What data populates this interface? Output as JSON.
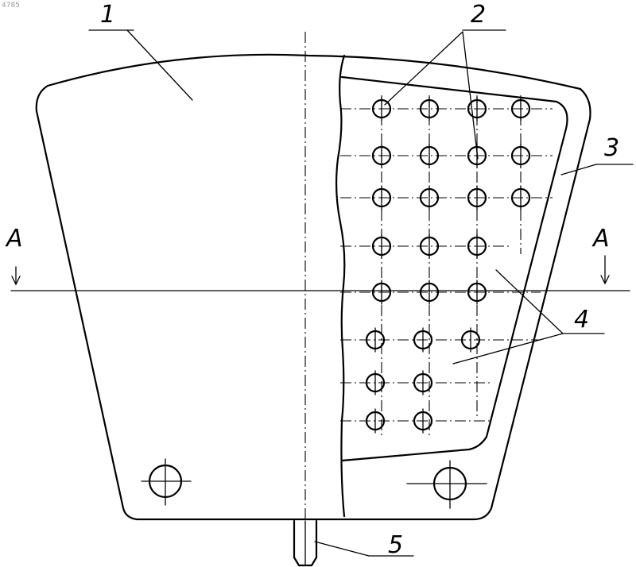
{
  "image_id_text": "4785",
  "labels": {
    "part1": "1",
    "part2": "2",
    "part3": "3",
    "part4": "4",
    "part5": "5",
    "section_left": "A",
    "section_right": "A"
  },
  "hole_grid": {
    "rows": [
      4,
      4,
      4,
      3,
      3,
      3,
      2,
      2
    ]
  }
}
